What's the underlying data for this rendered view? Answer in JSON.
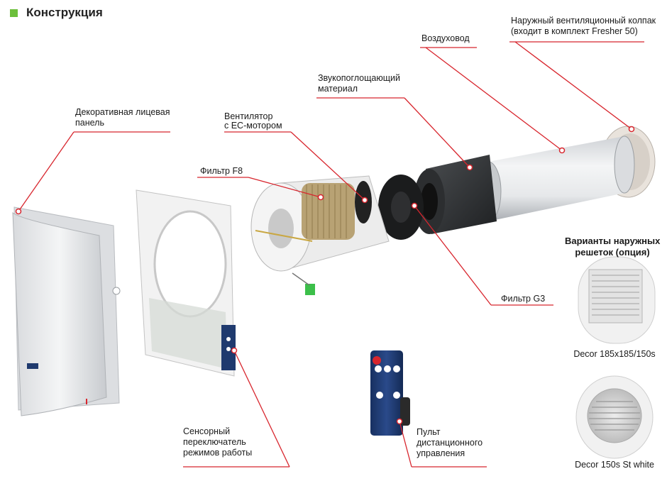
{
  "title": "Конструкция",
  "labels": {
    "outer_hood": [
      "Наружный вентиляционный колпак",
      "(входит в комплект Fresher 50)"
    ],
    "duct": [
      "Воздуховод"
    ],
    "sound_material": [
      "Звукопоглощающий",
      "материал"
    ],
    "fan": [
      "Вентилятор",
      "с ЕС-мотором"
    ],
    "front_panel": [
      "Декоративная лицевая",
      "панель"
    ],
    "filter_f8": [
      "Фильтр F8"
    ],
    "filter_g3": [
      "Фильтр G3"
    ],
    "touch_switch": [
      "Сенсорный",
      "переключатель",
      "режимов работы"
    ],
    "remote": [
      "Пульт",
      "дистанционного",
      "управления"
    ]
  },
  "options": {
    "heading": [
      "Варианты наружных",
      "решеток (опция)"
    ],
    "grille_square": "Decor 185x185/150s",
    "grille_round": "Decor 150s St white"
  },
  "colors": {
    "accent": "#6cbf3b",
    "leader_line": "#d8262e",
    "remote_body": "#1f3a6e",
    "remote_power": "#d8262e"
  }
}
